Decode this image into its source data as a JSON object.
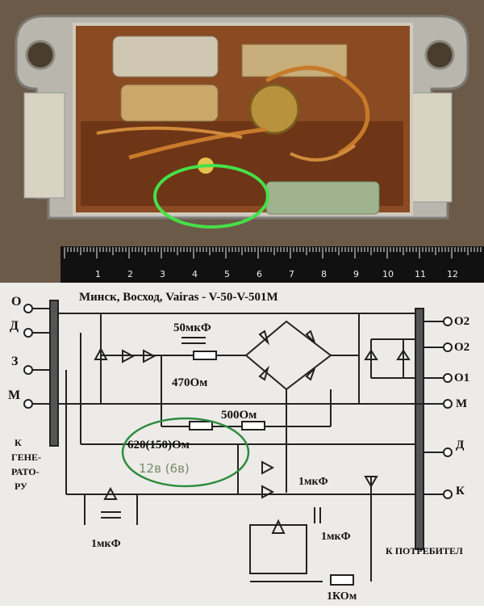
{
  "photo": {
    "ruler_numbers": [
      "1",
      "2",
      "3",
      "4",
      "5",
      "6",
      "7",
      "8",
      "9",
      "10",
      "11",
      "12"
    ]
  },
  "diagram": {
    "title": "Минск, Восход, Vairas - V-50-V-501M",
    "left_terminals": [
      "О",
      "Д",
      "З",
      "М"
    ],
    "right_terminals": [
      "О2",
      "О2",
      "О1",
      "М",
      "Д",
      "К"
    ],
    "generator_label": [
      "К",
      "ГЕНЕ-",
      "РАТО-",
      "РУ"
    ],
    "consumer_label": "К ПОТРЕБИТЕЛ",
    "components": {
      "cap_top": "50мкФ",
      "res_top": "470Ом",
      "res_mid": "500Ом",
      "res_circled": "620(150)Ом",
      "handwritten_note": "12в (6в)",
      "cap_left": "1мкФ",
      "cap_right_top": "1мкФ",
      "cap_right_bottom": "1мкФ",
      "res_bottom": "1КОм"
    },
    "colors": {
      "circle": "#2e8b3e",
      "circle_photo": "#46e048",
      "rail": "#555555"
    }
  }
}
